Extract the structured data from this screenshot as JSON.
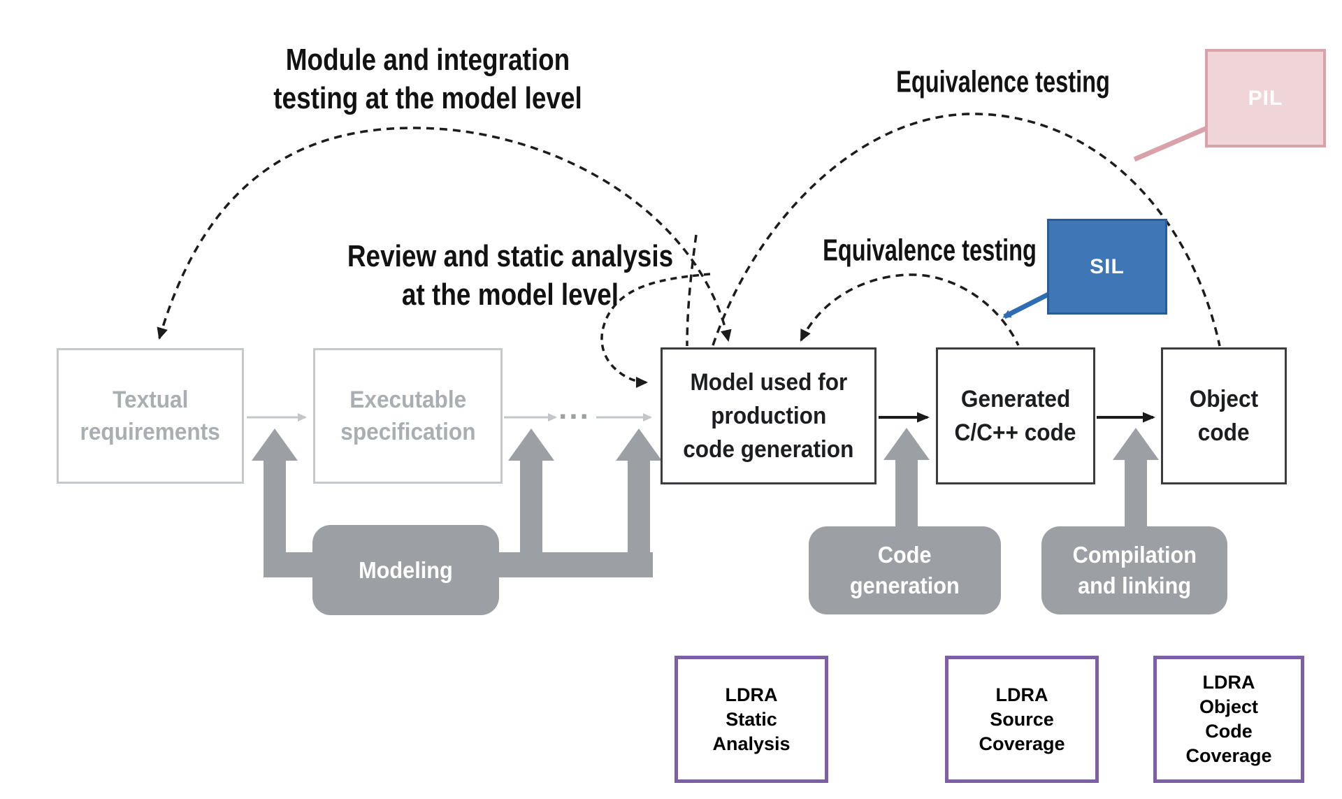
{
  "diagram": {
    "annotations": {
      "module_testing": {
        "line1": "Module and integration",
        "line2": "testing at the model level"
      },
      "review_static": {
        "line1": "Review and static analysis",
        "line2": "at the model level"
      },
      "equivalence_top": "Equivalence testing",
      "equivalence_mid": "Equivalence testing",
      "ellipsis": "..."
    },
    "flow_boxes": {
      "textual": {
        "lines": [
          "Textual",
          "requirements"
        ]
      },
      "executable": {
        "lines": [
          "Executable",
          "specification"
        ]
      },
      "model": {
        "lines": [
          "Model used for",
          "production",
          "code generation"
        ]
      },
      "generated": {
        "lines": [
          "Generated",
          "C/C++ code"
        ]
      },
      "object": {
        "lines": [
          "Object",
          "code"
        ]
      }
    },
    "process_boxes": {
      "modeling": {
        "lines": [
          "Modeling"
        ]
      },
      "codegen": {
        "lines": [
          "Code",
          "generation"
        ]
      },
      "compile": {
        "lines": [
          "Compilation",
          "and linking"
        ]
      }
    },
    "ldra_boxes": [
      {
        "lines": [
          "LDRA",
          "Static",
          "Analysis"
        ]
      },
      {
        "lines": [
          "LDRA",
          "Source",
          "Coverage"
        ]
      },
      {
        "lines": [
          "LDRA",
          "Object",
          "Code",
          "Coverage"
        ]
      }
    ],
    "tags": {
      "pil": "PIL",
      "sil": "SIL"
    },
    "colors": {
      "arc_dash": "#1c1c1c",
      "process_gray": "#9ca0a4",
      "light_box_border": "#c6c9cb",
      "light_box_text": "#a9aeb3",
      "dark_box_border": "#3a3c3f",
      "dark_box_text": "#1b1d20",
      "thin_arrow_gray": "#c3c6c8",
      "ldra_border_purple": "#7d5fa7",
      "pil_fill": "#f0d5d8",
      "pil_border": "#d9a2aa",
      "sil_fill": "#3f76b5",
      "sil_border": "#2a5c97",
      "connector_pink": "#d9a2aa",
      "connector_blue": "#2e6db4"
    }
  }
}
